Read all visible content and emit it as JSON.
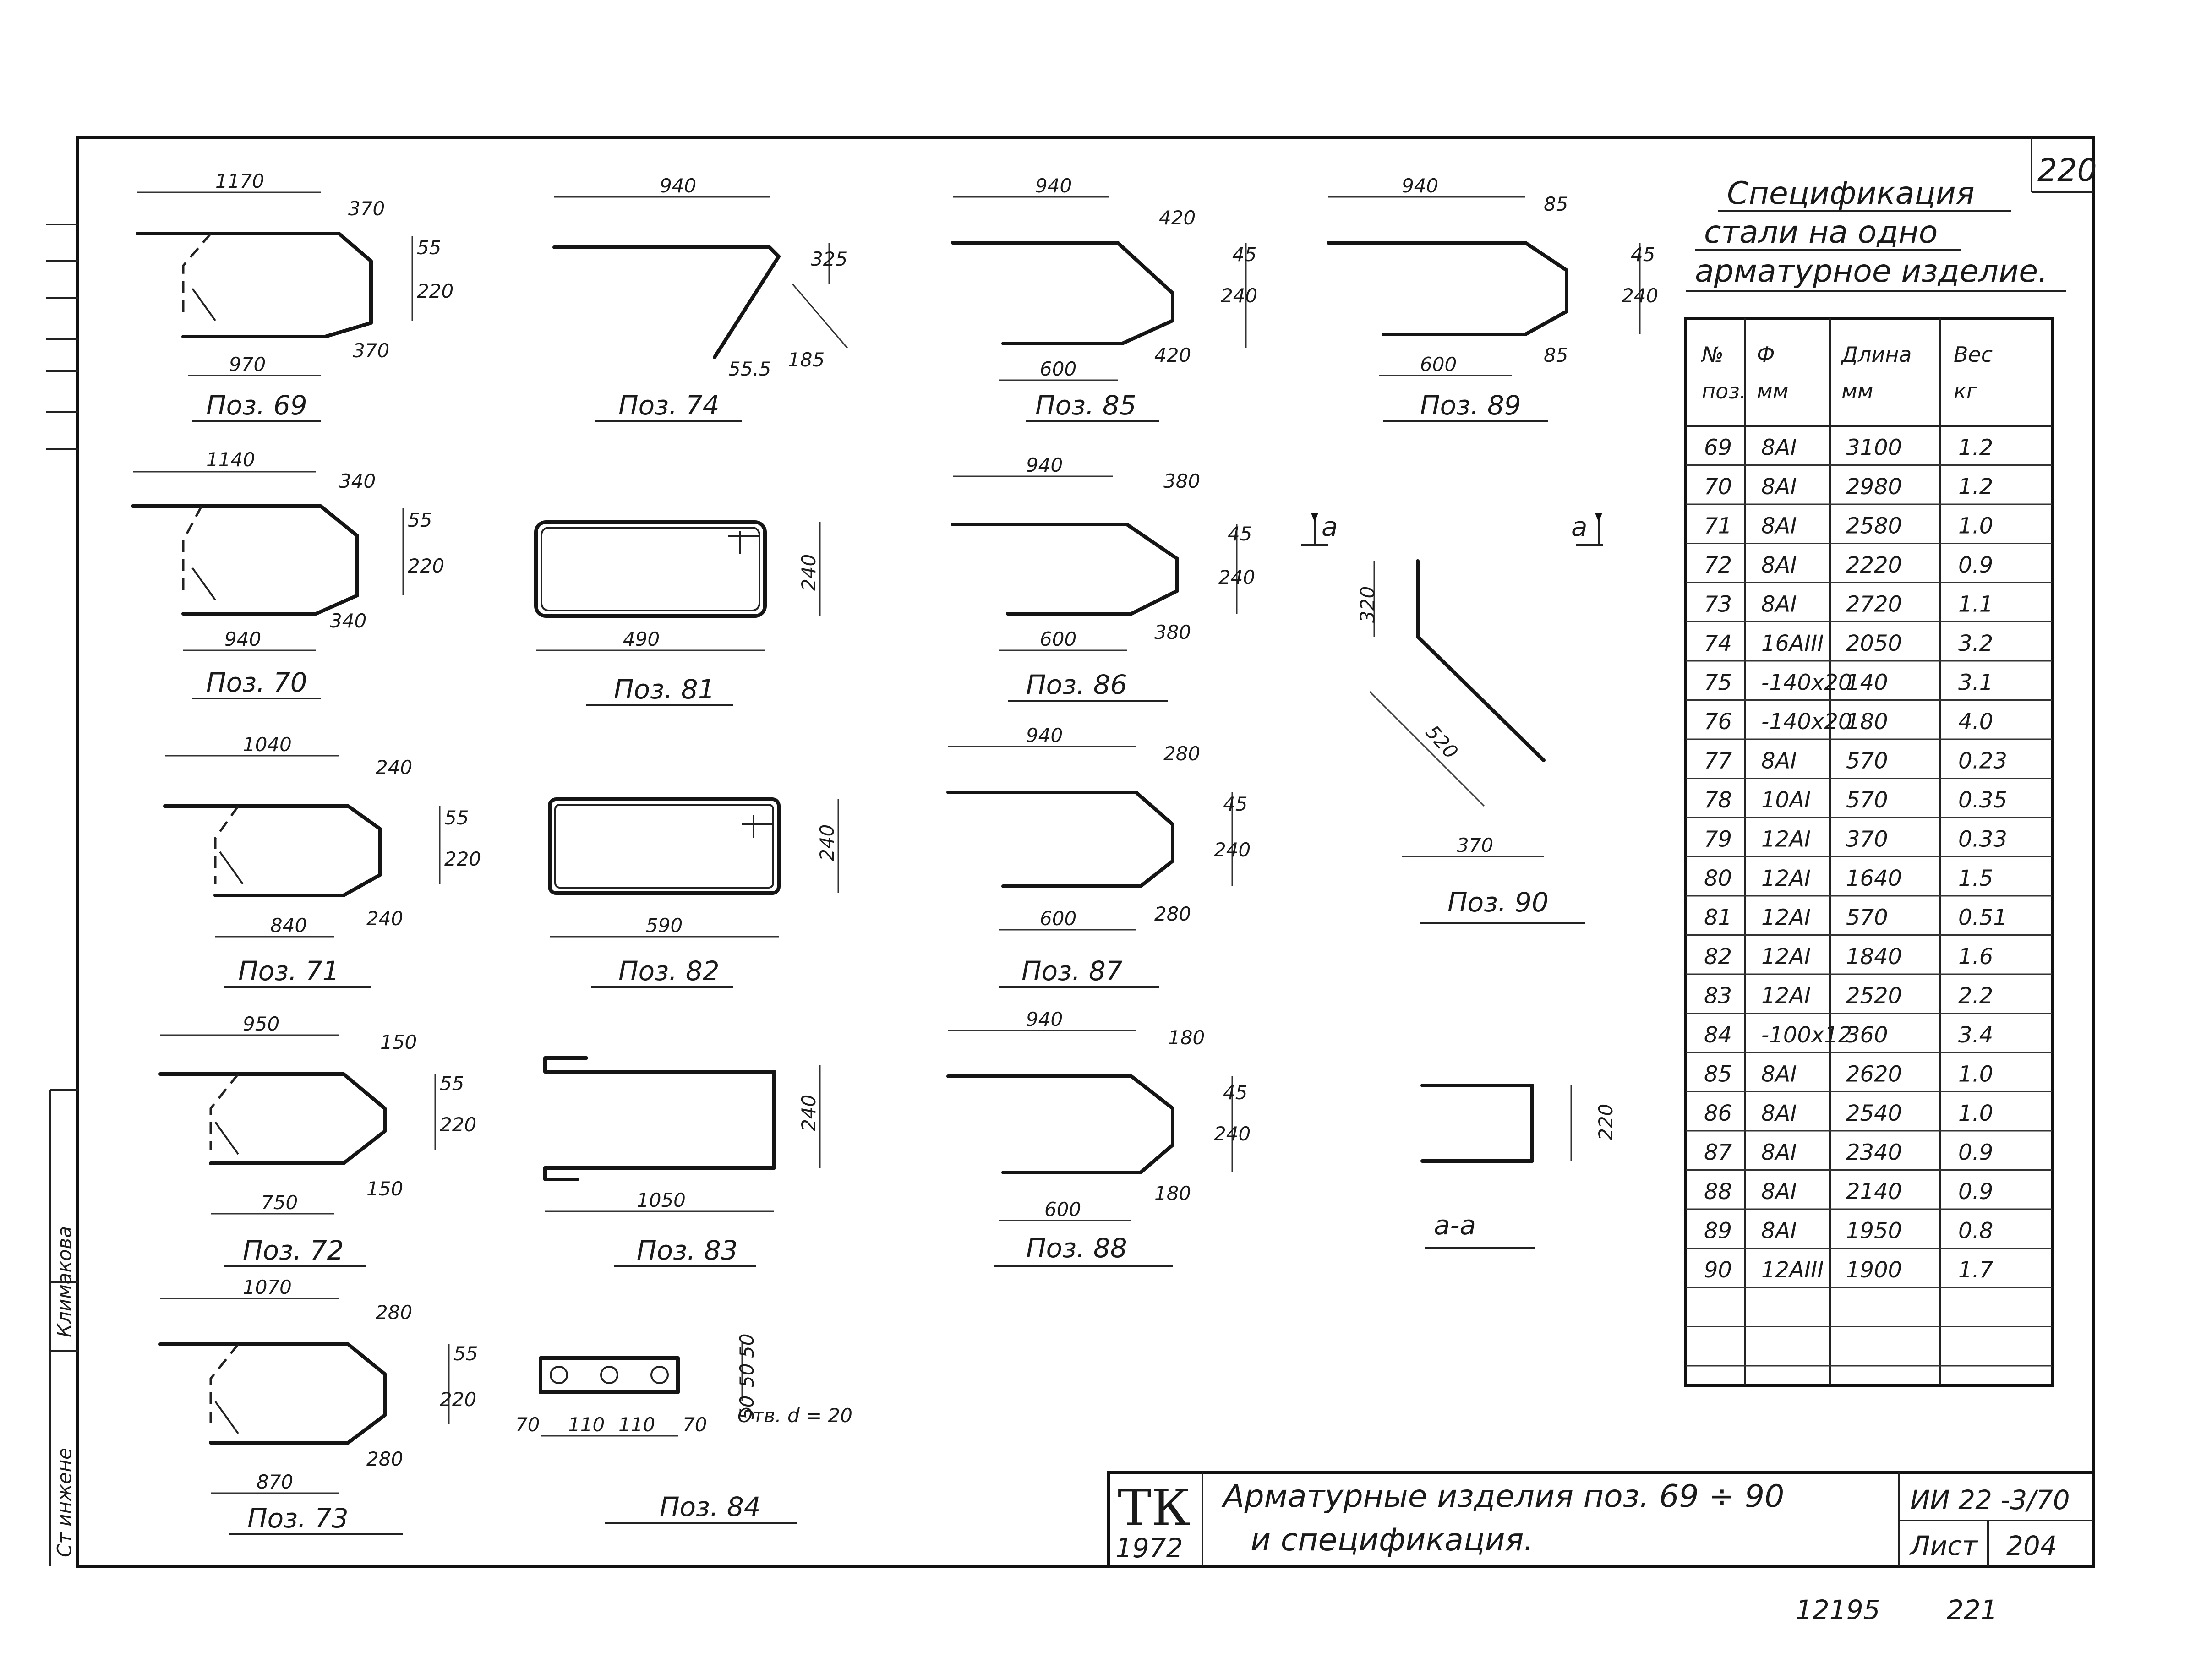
{
  "sheet_number": "220",
  "spec_title": [
    "Спецификация",
    "стали на одно",
    "арматурное изделие."
  ],
  "table": {
    "headers": [
      [
        "№",
        "поз."
      ],
      [
        "Ф",
        "мм"
      ],
      [
        "Длина",
        "мм"
      ],
      [
        "Вес",
        "кг"
      ]
    ],
    "rows": [
      [
        "69",
        "8AI",
        "3100",
        "1.2"
      ],
      [
        "70",
        "8AI",
        "2980",
        "1.2"
      ],
      [
        "71",
        "8AI",
        "2580",
        "1.0"
      ],
      [
        "72",
        "8AI",
        "2220",
        "0.9"
      ],
      [
        "73",
        "8AI",
        "2720",
        "1.1"
      ],
      [
        "74",
        "16AIII",
        "2050",
        "3.2"
      ],
      [
        "75",
        "-140x20",
        "140",
        "3.1"
      ],
      [
        "76",
        "-140x20",
        "180",
        "4.0"
      ],
      [
        "77",
        "8AI",
        "570",
        "0.23"
      ],
      [
        "78",
        "10AI",
        "570",
        "0.35"
      ],
      [
        "79",
        "12AI",
        "370",
        "0.33"
      ],
      [
        "80",
        "12AI",
        "1640",
        "1.5"
      ],
      [
        "81",
        "12AI",
        "570",
        "0.51"
      ],
      [
        "82",
        "12AI",
        "1840",
        "1.6"
      ],
      [
        "83",
        "12AI",
        "2520",
        "2.2"
      ],
      [
        "84",
        "-100x12",
        "360",
        "3.4"
      ],
      [
        "85",
        "8AI",
        "2620",
        "1.0"
      ],
      [
        "86",
        "8AI",
        "2540",
        "1.0"
      ],
      [
        "87",
        "8AI",
        "2340",
        "0.9"
      ],
      [
        "88",
        "8AI",
        "2140",
        "0.9"
      ],
      [
        "89",
        "8AI",
        "1950",
        "0.8"
      ],
      [
        "90",
        "12AIII",
        "1900",
        "1.7"
      ]
    ]
  },
  "positions": {
    "p69": {
      "label": "Поз. 69",
      "dims": [
        "1170",
        "370",
        "55",
        "220",
        "970",
        "370"
      ]
    },
    "p70": {
      "label": "Поз. 70",
      "dims": [
        "1140",
        "340",
        "55",
        "220",
        "940",
        "340"
      ]
    },
    "p71": {
      "label": "Поз. 71",
      "dims": [
        "1040",
        "240",
        "55",
        "220",
        "840",
        "240"
      ]
    },
    "p72": {
      "label": "Поз. 72",
      "dims": [
        "950",
        "150",
        "55",
        "220",
        "750",
        "150"
      ]
    },
    "p73": {
      "label": "Поз. 73",
      "dims": [
        "1070",
        "280",
        "55",
        "220",
        "870",
        "280"
      ]
    },
    "p74": {
      "label": "Поз. 74",
      "dims": [
        "940",
        "325",
        "55.5",
        "185"
      ]
    },
    "p81": {
      "label": "Поз. 81",
      "dims": [
        "240",
        "490"
      ]
    },
    "p82": {
      "label": "Поз. 82",
      "dims": [
        "240",
        "590"
      ]
    },
    "p83": {
      "label": "Поз. 83",
      "dims": [
        "240",
        "1050"
      ]
    },
    "p84": {
      "label": "Поз. 84",
      "dims": [
        "50",
        "50",
        "50",
        "70",
        "110",
        "110",
        "70"
      ],
      "note": "Отв. d = 20"
    },
    "p85": {
      "label": "Поз. 85",
      "dims": [
        "940",
        "420",
        "45",
        "240",
        "600",
        "420"
      ]
    },
    "p86": {
      "label": "Поз. 86",
      "dims": [
        "940",
        "380",
        "45",
        "240",
        "600",
        "380"
      ]
    },
    "p87": {
      "label": "Поз. 87",
      "dims": [
        "940",
        "280",
        "45",
        "240",
        "600",
        "280"
      ]
    },
    "p88": {
      "label": "Поз. 88",
      "dims": [
        "940",
        "180",
        "45",
        "240",
        "600",
        "180"
      ]
    },
    "p89": {
      "label": "Поз. 89",
      "dims": [
        "940",
        "85",
        "45",
        "240",
        "600",
        "85"
      ]
    },
    "p90": {
      "label": "Поз. 90",
      "dims": [
        "320",
        "520",
        "370"
      ]
    }
  },
  "section": {
    "mark": "a",
    "label": "а-а",
    "dim": "220"
  },
  "title_block": {
    "org": "ТК",
    "year": "1972",
    "title_line1": "Арматурные изделия поз. 69 ÷ 90",
    "title_line2": "и спецификация.",
    "code": "ИИ 22 -3/70",
    "sheet_label": "Лист",
    "sheet_value": "204"
  },
  "side_stamp": {
    "text1": "Ст инжене",
    "text2": "Климакова"
  },
  "bottom": {
    "left": "12195",
    "right": "221"
  }
}
